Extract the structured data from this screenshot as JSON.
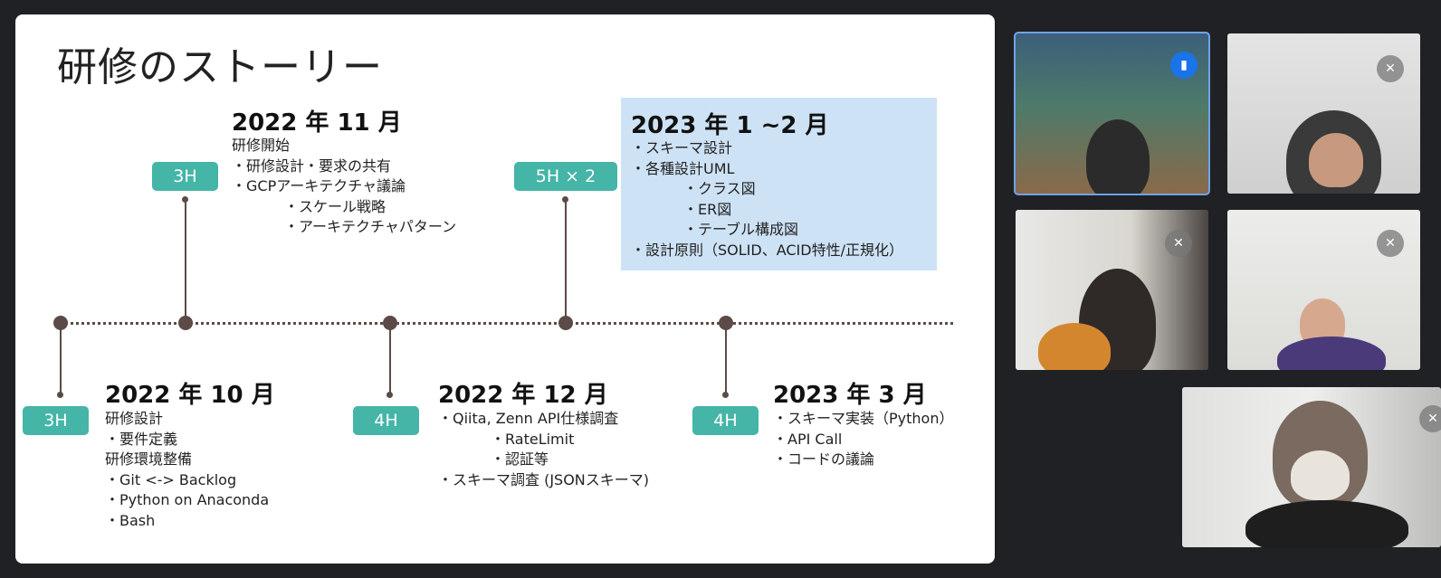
{
  "slide": {
    "title": "研修のストーリー",
    "oct": {
      "badge": "3H",
      "heading": "2022 年 10 月",
      "lines": [
        "研修設計",
        "・要件定義",
        "研修環境整備",
        "・Git <-> Backlog",
        "・Python on Anaconda",
        "・Bash"
      ]
    },
    "nov": {
      "badge": "3H",
      "heading": "2022 年 11 月",
      "lines": [
        "研修開始",
        "・研修設計・要求の共有",
        "・GCPアーキテクチャ議論",
        "・スケール戦略",
        "・アーキテクチャパターン"
      ]
    },
    "dec": {
      "badge": "4H",
      "heading": "2022 年 12 月",
      "lines": [
        "・Qiita, Zenn API仕様調査",
        "・RateLimit",
        "・認証等",
        "・スキーマ調査 (JSONスキーマ)"
      ]
    },
    "janfeb": {
      "badge": "5H × 2",
      "heading": "2023 年 1 ~2 月",
      "lines": [
        "・スキーマ設計",
        "・各種設計UML",
        "・クラス図",
        "・ER図",
        "・テーブル構成図",
        "・設計原則（SOLID、ACID特性/正規化）"
      ]
    },
    "mar": {
      "badge": "4H",
      "heading": "2023 年 3 月",
      "lines": [
        "・スキーマ実装（Python）",
        "・API Call",
        "・コードの議論"
      ]
    }
  },
  "participants": [
    {
      "name": "",
      "mic_icon": "mic-active-icon"
    },
    {
      "name": "",
      "mic_icon": "mic-muted-icon"
    },
    {
      "name": "",
      "mic_icon": "mic-muted-icon"
    },
    {
      "name": "",
      "mic_icon": "mic-muted-icon"
    },
    {
      "name": "",
      "mic_icon": "mic-muted-icon"
    }
  ],
  "colors": {
    "badge": "#44b5a7",
    "timeline": "#5b4a45",
    "highlight": "#cde2f5",
    "active_speaker": "#6ea3ee"
  }
}
